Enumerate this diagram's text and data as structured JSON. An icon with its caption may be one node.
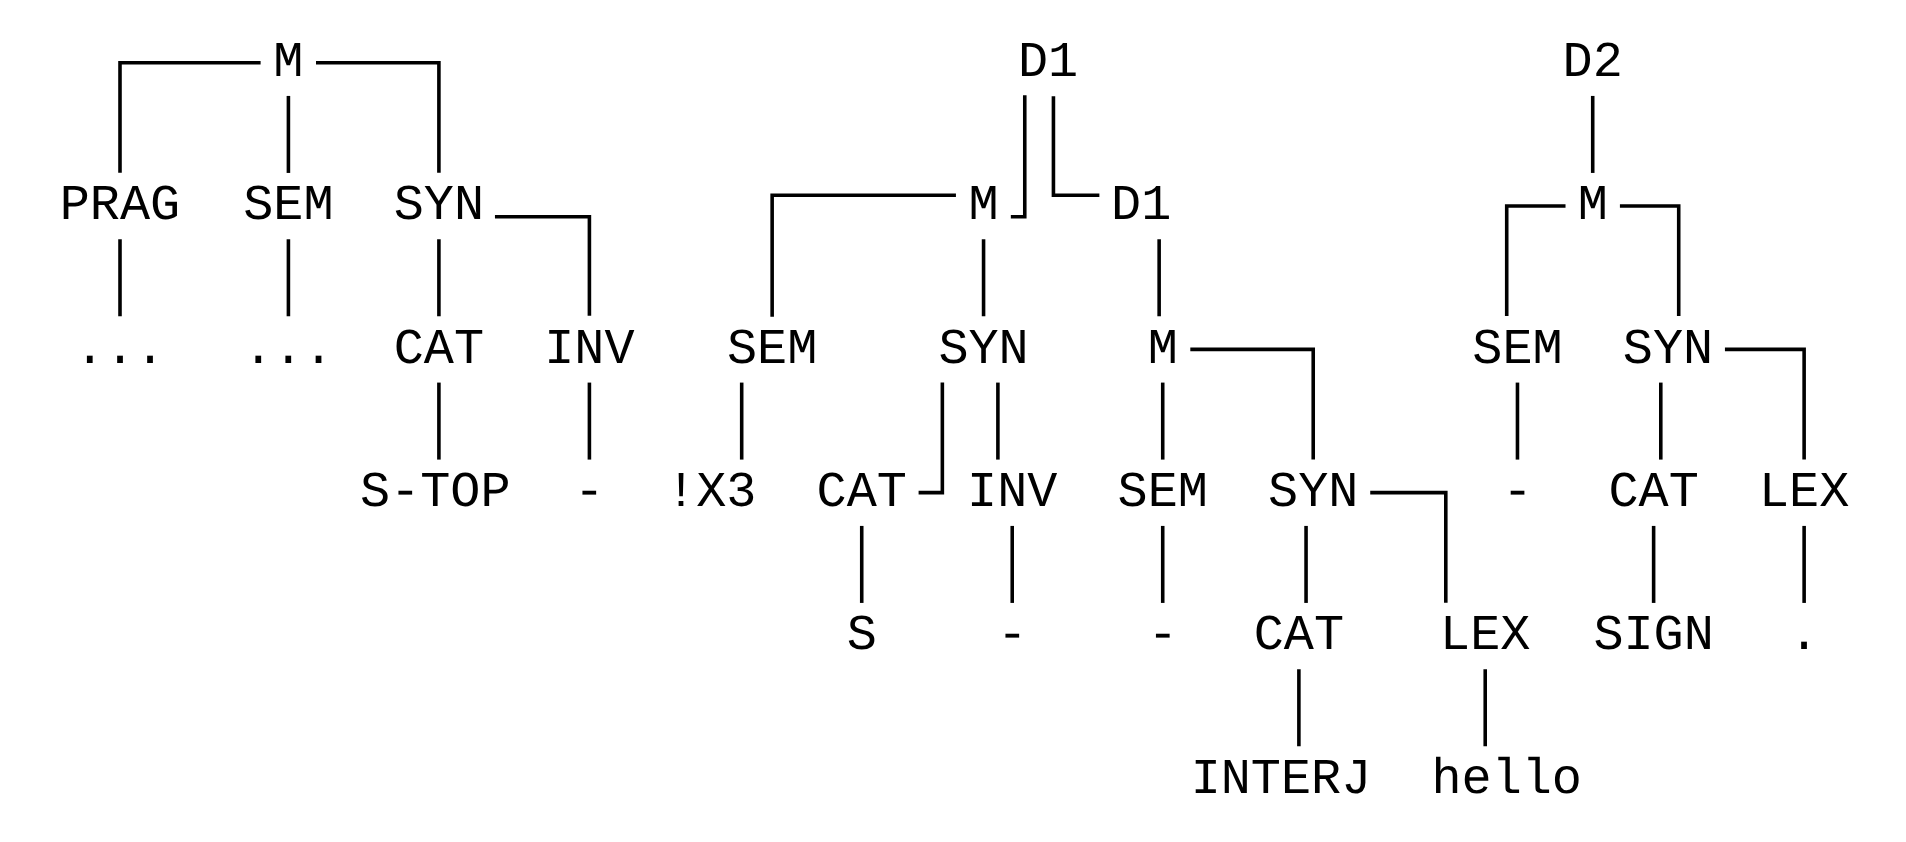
{
  "diagram": {
    "nodes": [
      {
        "text": [
          "M"
        ]
      },
      {
        "text": [
          "D1"
        ]
      },
      {
        "text": [
          "D2"
        ]
      },
      {
        "text": [
          "PRAG"
        ]
      },
      {
        "text": [
          "SEM"
        ]
      },
      {
        "text": [
          "SYN"
        ]
      },
      {
        "text": [
          "M"
        ]
      },
      {
        "text": [
          "D1"
        ]
      },
      {
        "text": [
          "M"
        ]
      },
      {
        "text": [
          "..."
        ]
      },
      {
        "text": [
          "..."
        ]
      },
      {
        "text": [
          "CAT"
        ]
      },
      {
        "text": [
          "INV"
        ]
      },
      {
        "text": [
          "SEM"
        ]
      },
      {
        "text": [
          "SYN"
        ]
      },
      {
        "text": [
          "M"
        ]
      },
      {
        "text": [
          "SEM"
        ]
      },
      {
        "text": [
          "SYN"
        ]
      },
      {
        "text": [
          "S-TOP"
        ]
      },
      {
        "text": [
          "-"
        ]
      },
      {
        "text": [
          "!X3"
        ]
      },
      {
        "text": [
          "CAT"
        ]
      },
      {
        "text": [
          "INV"
        ]
      },
      {
        "text": [
          "SEM"
        ]
      },
      {
        "text": [
          "SYN"
        ]
      },
      {
        "text": [
          "-"
        ]
      },
      {
        "text": [
          "CAT"
        ]
      },
      {
        "text": [
          "LEX"
        ]
      },
      {
        "text": [
          "S"
        ]
      },
      {
        "text": [
          "-"
        ]
      },
      {
        "text": [
          "-"
        ]
      },
      {
        "text": [
          "CAT"
        ]
      },
      {
        "text": [
          "LEX"
        ]
      },
      {
        "text": [
          "SIGN"
        ]
      },
      {
        "text": [
          "."
        ]
      },
      {
        "text": [
          "INTERJ"
        ]
      },
      {
        "text": [
          "hello"
        ]
      }
    ],
    "edges": [
      {
        "from": 0,
        "to": 3,
        "arrow": "none"
      },
      {
        "from": 0,
        "to": 4,
        "arrow": "none"
      },
      {
        "from": 0,
        "to": 5,
        "arrow": "none"
      },
      {
        "from": 3,
        "to": 9,
        "arrow": "none"
      },
      {
        "from": 4,
        "to": 10,
        "arrow": "none"
      },
      {
        "from": 5,
        "to": 11,
        "arrow": "none"
      },
      {
        "from": 5,
        "to": 12,
        "arrow": "none"
      },
      {
        "from": 11,
        "to": 18,
        "arrow": "none"
      },
      {
        "from": 12,
        "to": 19,
        "arrow": "none"
      },
      {
        "from": 1,
        "to": 6,
        "arrow": "none"
      },
      {
        "from": 1,
        "to": 7,
        "arrow": "none"
      },
      {
        "from": 6,
        "to": 13,
        "arrow": "none"
      },
      {
        "from": 6,
        "to": 14,
        "arrow": "none"
      },
      {
        "from": 13,
        "to": 20,
        "arrow": "none"
      },
      {
        "from": 14,
        "to": 21,
        "arrow": "none"
      },
      {
        "from": 14,
        "to": 22,
        "arrow": "none"
      },
      {
        "from": 21,
        "to": 28,
        "arrow": "none"
      },
      {
        "from": 22,
        "to": 29,
        "arrow": "none"
      },
      {
        "from": 7,
        "to": 15,
        "arrow": "none"
      },
      {
        "from": 15,
        "to": 23,
        "arrow": "none"
      },
      {
        "from": 15,
        "to": 24,
        "arrow": "none"
      },
      {
        "from": 23,
        "to": 30,
        "arrow": "none"
      },
      {
        "from": 24,
        "to": 31,
        "arrow": "none"
      },
      {
        "from": 24,
        "to": 32,
        "arrow": "none"
      },
      {
        "from": 31,
        "to": 35,
        "arrow": "none"
      },
      {
        "from": 32,
        "to": 36,
        "arrow": "none"
      },
      {
        "from": 2,
        "to": 8,
        "arrow": "none"
      },
      {
        "from": 8,
        "to": 16,
        "arrow": "none"
      },
      {
        "from": 8,
        "to": 17,
        "arrow": "none"
      },
      {
        "from": 16,
        "to": 25,
        "arrow": "none"
      },
      {
        "from": 17,
        "to": 26,
        "arrow": "none"
      },
      {
        "from": 17,
        "to": 27,
        "arrow": "none"
      },
      {
        "from": 26,
        "to": 33,
        "arrow": "none"
      },
      {
        "from": 27,
        "to": 34,
        "arrow": "none"
      }
    ]
  }
}
